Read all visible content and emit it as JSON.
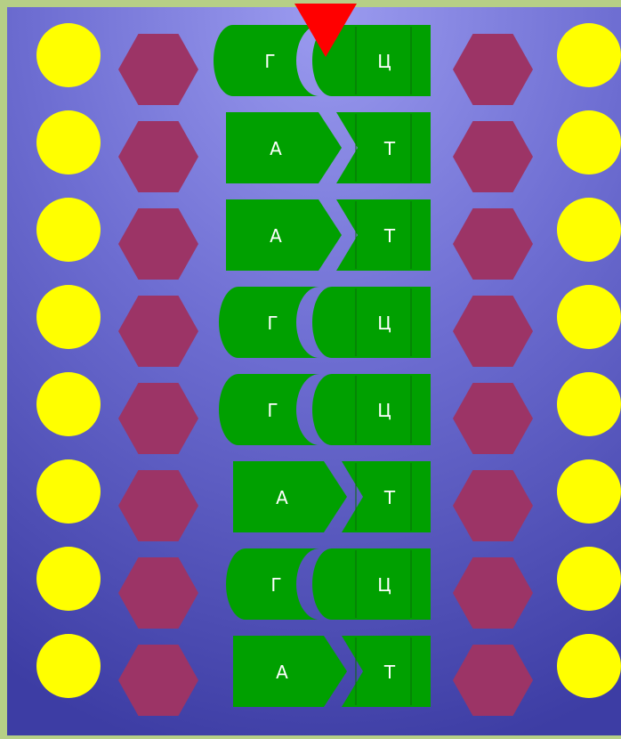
{
  "diagram": {
    "pairs": [
      {
        "left": "Г",
        "right": "Ц",
        "kind": "GC"
      },
      {
        "left": "А",
        "right": "Т",
        "kind": "AT"
      },
      {
        "left": "А",
        "right": "Т",
        "kind": "AT"
      },
      {
        "left": "Г",
        "right": "Ц",
        "kind": "GC"
      },
      {
        "left": "Г",
        "right": "Ц",
        "kind": "GC"
      },
      {
        "left": "А",
        "right": "Т",
        "kind": "AT"
      },
      {
        "left": "Г",
        "right": "Ц",
        "kind": "GC"
      },
      {
        "left": "А",
        "right": "Т",
        "kind": "AT"
      }
    ],
    "marker": {
      "pair_index": 0,
      "icon": "red-triangle-cut-marker"
    },
    "colors": {
      "page": "#b6cf86",
      "panel_outer": "#3d3da4",
      "panel_inner": "#9c9cf0",
      "phosphate": "#ffff00",
      "sugar": "#9c3466",
      "base": "#00a000",
      "base_line": "#0a6a0a",
      "base_text": "#ffffff",
      "marker": "#ff0000"
    }
  }
}
